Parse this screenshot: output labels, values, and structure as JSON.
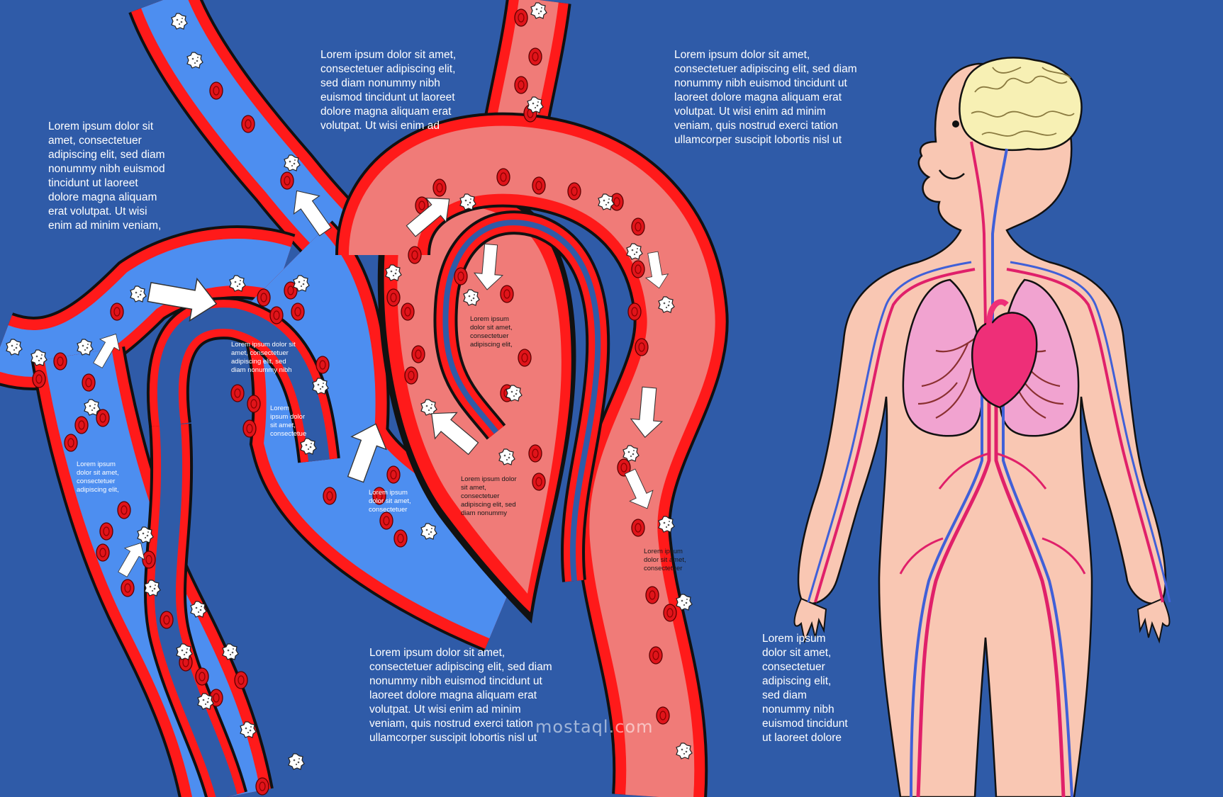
{
  "colors": {
    "background": "#2f5ba8",
    "vein": "#4d8ef0",
    "artery": "#f07b78",
    "vessel_wall": "#ff1a1a",
    "red_cell": "#e0141a",
    "white_cell": "#ffffff",
    "skin": "#f9c7b3",
    "brain": "#f7f0b4",
    "lung": "#f1a3d0",
    "heart": "#ee2f78"
  },
  "icons": {
    "flow_arrow": "arrow-icon",
    "white_blood_cell": "white-blood-cell-icon",
    "red_blood_cell": "red-blood-cell-icon",
    "brain": "brain-icon",
    "heart": "heart-icon",
    "lungs": "lungs-icon"
  },
  "texts": {
    "top_left": "Lorem ipsum dolor sit\namet, consectetuer\nadipiscing elit, sed diam\nnonummy nibh euismod\ntincidunt ut laoreet\ndolore magna aliquam\nerat volutpat. Ut wisi\nenim ad minim veniam,",
    "top_center": "Lorem ipsum dolor sit amet,\nconsectetuer adipiscing elit,\nsed diam nonummy nibh\neuismod tincidunt ut laoreet\ndolore magna aliquam erat\nvolutpat. Ut wisi enim ad",
    "top_right": "Lorem ipsum dolor sit amet,\nconsectetuer adipiscing elit, sed diam\nnonummy nibh euismod tincidunt ut\nlaoreet dolore magna aliquam erat\nvolutpat. Ut wisi enim ad minim\nveniam, quis nostrud exerci tation\nullamcorper suscipit lobortis nisl ut",
    "bottom_center": "Lorem ipsum dolor sit amet,\nconsectetuer adipiscing elit, sed diam\nnonummy nibh euismod tincidunt ut\nlaoreet dolore magna aliquam erat\nvolutpat. Ut wisi enim ad minim\nveniam, quis nostrud exerci tation\nullamcorper suscipit lobortis nisl ut",
    "bottom_right": "Lorem ipsum\ndolor sit amet,\nconsectetuer\nadipiscing elit,\nsed diam\nnonummy nibh\neuismod tincidunt\nut laoreet dolore",
    "small_vein_left": "Lorem ipsum\ndolor sit amet,\nconsectetuer\nadipiscing elit,",
    "small_vein_upper": "Lorem ipsum dolor sit\namet, consectetuer\nadipiscing elit, sed\ndiam nonummy nibh",
    "small_vein_mid": "Lorem\nipsum dolor\nsit amet,\nconsectetue",
    "small_vein_lower": "Lorem ipsum\ndolor sit amet,\nconsectetuer",
    "small_heart_upper": "Lorem ipsum\ndolor sit amet,\nconsectetuer\nadipiscing elit,",
    "small_heart_lower": "Lorem ipsum dolor\nsit amet,\nconsectetuer\nadipiscing elit, sed\ndiam nonummy",
    "small_artery": "Lorem ipsum\ndolor sit amet,\nconsectetuer"
  },
  "watermark": "mostaql.com"
}
